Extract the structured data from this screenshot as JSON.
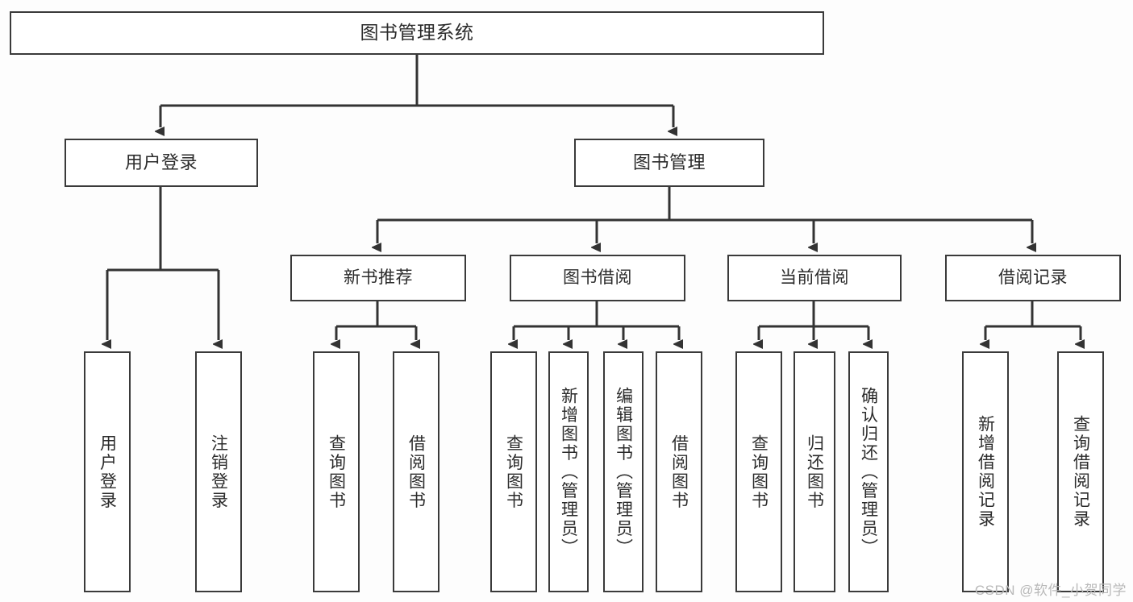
{
  "diagram": {
    "type": "tree-hierarchy",
    "title": "图书管理系统",
    "colors": {
      "box_border": "#3a3a3a",
      "box_fill": "#ffffff",
      "connector": "#333333",
      "text": "#2b2b2b",
      "background": "#fdfdfd",
      "watermark": "#b9b9b9"
    },
    "root": {
      "label": "图书管理系统"
    },
    "level1": [
      {
        "label": "用户登录"
      },
      {
        "label": "图书管理"
      }
    ],
    "level2": [
      {
        "label": "新书推荐"
      },
      {
        "label": "图书借阅"
      },
      {
        "label": "当前借阅"
      },
      {
        "label": "借阅记录"
      }
    ],
    "leaves": {
      "user_login": [
        {
          "label": "用户登录"
        },
        {
          "label": "注销登录"
        }
      ],
      "new_book_recommend": [
        {
          "label": "查询图书"
        },
        {
          "label": "借阅图书"
        }
      ],
      "book_borrow": [
        {
          "label": "查询图书"
        },
        {
          "label": "新增图书（管理员）"
        },
        {
          "label": "编辑图书（管理员）"
        },
        {
          "label": "借阅图书"
        }
      ],
      "current_borrow": [
        {
          "label": "查询图书"
        },
        {
          "label": "归还图书"
        },
        {
          "label": "确认归还（管理员）"
        }
      ],
      "borrow_record": [
        {
          "label": "新增借阅记录"
        },
        {
          "label": "查询借阅记录"
        }
      ]
    }
  },
  "watermark": {
    "text": "CSDN @软件_小贺同学"
  }
}
